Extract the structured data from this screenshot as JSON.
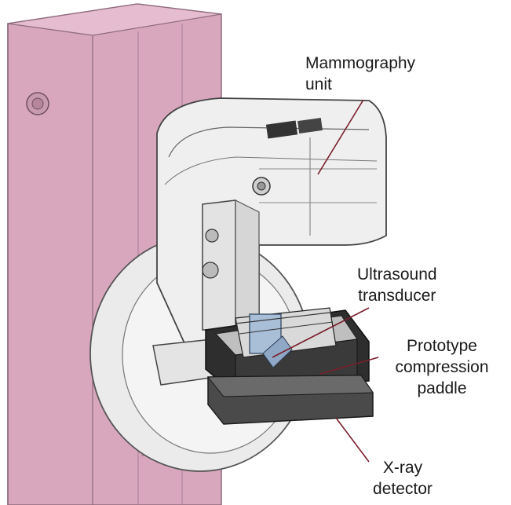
{
  "labels": {
    "mammography_unit": [
      "Mammography",
      "unit"
    ],
    "ultrasound_transducer": [
      "Ultrasound",
      "transducer"
    ],
    "compression_paddle": [
      "Prototype",
      "compression",
      "paddle"
    ],
    "xray_detector": [
      "X-ray",
      "detector"
    ]
  },
  "colors": {
    "column": "#d8a7be",
    "column_shadow": "#c48fa8",
    "gantry": "#eeeeee",
    "gantry_edge": "#555555",
    "paddle": "#2b2b2b",
    "detector": "#4a4a4a",
    "transducer": "#a9bfd8",
    "leader": "#7a1f2b"
  }
}
